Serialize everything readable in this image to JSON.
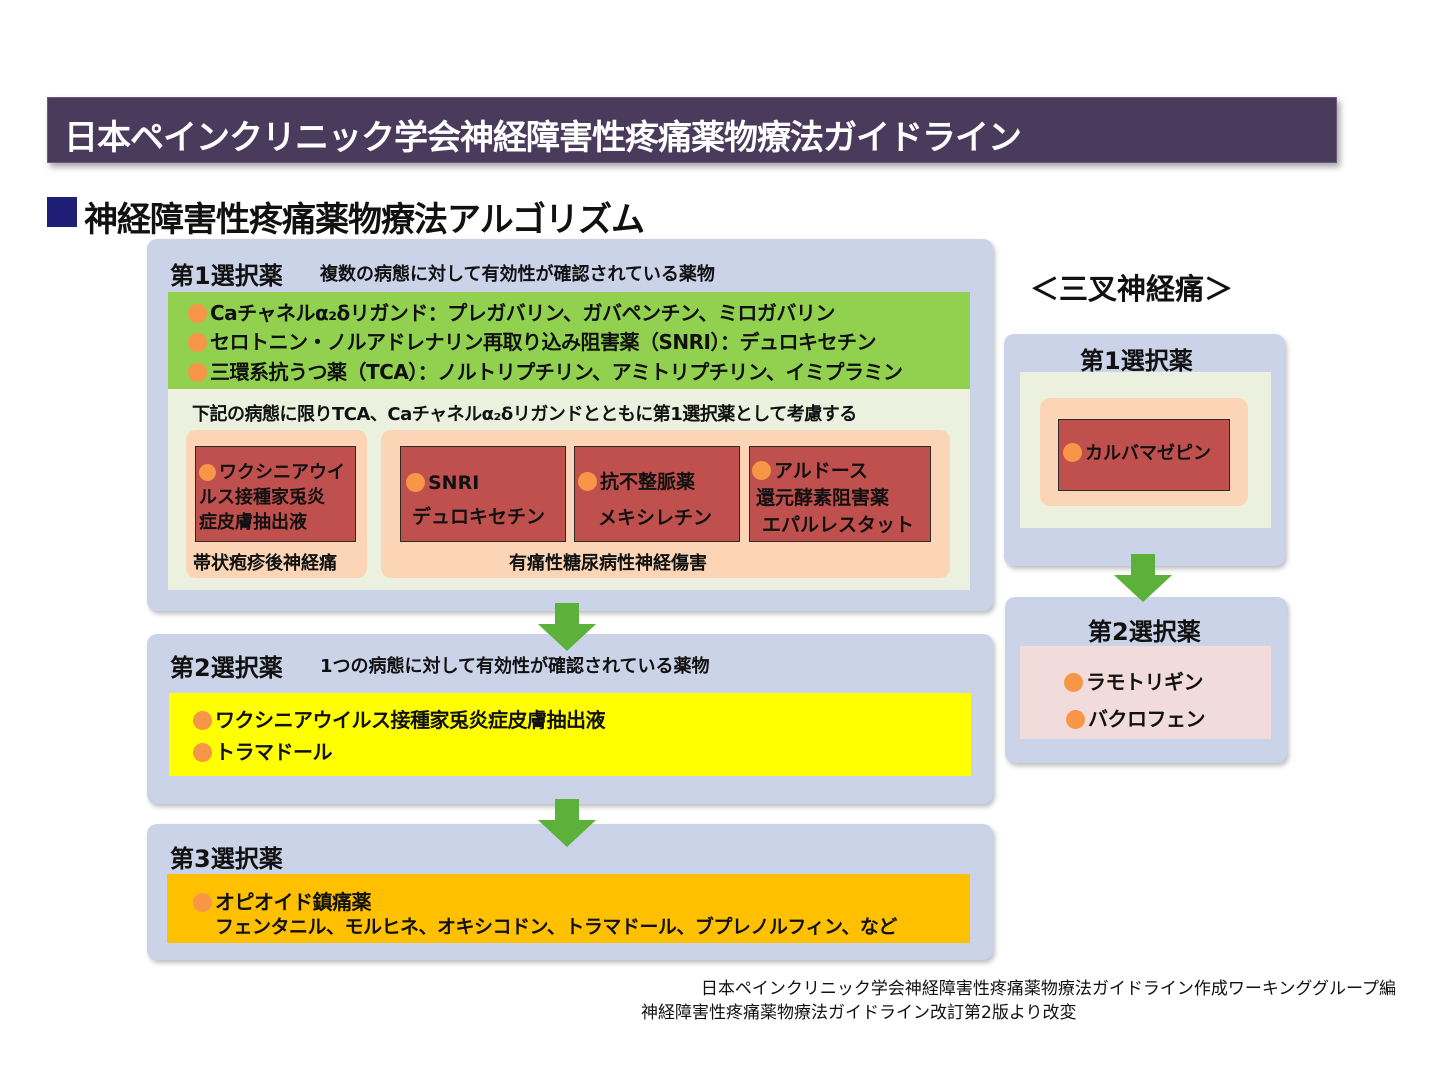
{
  "title": "日本ペインクリニック学会神経障害性疼痛薬物療法ガイドライン",
  "heading": "神経障害性疼痛薬物療法アルゴリズム",
  "first_line": {
    "label": "第1選択薬",
    "subtitle": "複数の病態に対して有効性が確認されている薬物",
    "drugs": [
      "Caチャネルα₂δリガンド：プレガバリン、ガバペンチン、ミロガバリン",
      "セロトニン・ノルアドレナリン再取り込み阻害薬（SNRI）：デュロキセチン",
      "三環系抗うつ薬（TCA）：ノルトリプチリン、アミトリプチリン、イミプラミン"
    ],
    "note": "下記の病態に限りTCA、Caチャネルα₂δリガンドとともに第1選択薬として考慮する",
    "phn": {
      "drug_lines": [
        "ワクシニアウイ",
        "ルス接種家兎炎",
        "症皮膚抽出液"
      ],
      "condition": "帯状疱疹後神経痛"
    },
    "dpn": {
      "boxes": [
        {
          "lines": [
            "SNRI",
            "デュロキセチン"
          ]
        },
        {
          "lines": [
            "抗不整脈薬",
            "メキシレチン"
          ]
        },
        {
          "lines": [
            "アルドース",
            "還元酵素阻害薬",
            "エパルレスタット"
          ]
        }
      ],
      "condition": "有痛性糖尿病性神経傷害"
    }
  },
  "second_line": {
    "label": "第2選択薬",
    "subtitle": "1つの病態に対して有効性が確認されている薬物",
    "drugs": [
      "ワクシニアウイルス接種家兎炎症皮膚抽出液",
      "トラマドール"
    ]
  },
  "third_line": {
    "label": "第3選択薬",
    "drug": "オピオイド鎮痛薬",
    "examples": "フェンタニル、モルヒネ、オキシコドン、トラマドール、ブプレノルフィン、など"
  },
  "trigeminal": {
    "heading": "＜三叉神経痛＞",
    "first_label": "第1選択薬",
    "first_drug": "カルバマゼピン",
    "second_label": "第2選択薬",
    "second_drugs": [
      "ラモトリギン",
      "バクロフェン"
    ]
  },
  "footnote": {
    "line1": "日本ペインクリニック学会神経障害性疼痛薬物療法ガイドライン作成ワーキンググループ編",
    "line2": "神経障害性疼痛薬物療法ガイドライン改訂第2版より改変"
  },
  "colors": {
    "title_bar": "#4a3a5c",
    "panel": "#cbd3e9",
    "first_line_drugs": "#92d050",
    "inner_area": "#ebf1de",
    "condition_box": "#fbd5b5",
    "drug_box": "#c0504d",
    "second_line_drugs": "#ffff00",
    "third_line_drugs": "#ffc000",
    "trigeminal_second": "#f2dcdb",
    "arrow": "#5cb13a",
    "bullet": "#f79646"
  },
  "icons": [
    "orange-bullet-dot",
    "green-down-arrow"
  ]
}
